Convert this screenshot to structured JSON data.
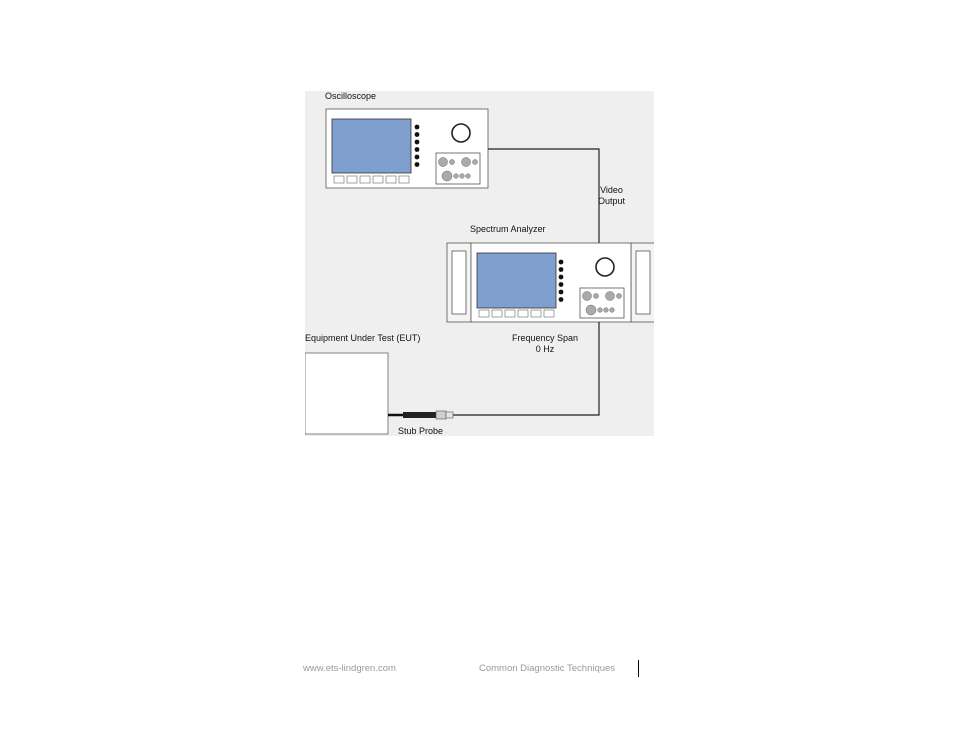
{
  "colors": {
    "panel_bg": "#efefef",
    "screen": "#7f9fcf",
    "knob_dark": "#111111",
    "cable": "#222222"
  },
  "labels": {
    "oscilloscope": "Oscilloscope",
    "video_output": "Video\nOutput",
    "spectrum_analyzer": "Spectrum Analyzer",
    "eut": "Equipment Under Test (EUT)",
    "frequency_span": "Frequency Span\n0 Hz",
    "stub_probe": "Stub Probe"
  },
  "footer": {
    "url": "www.ets-lindgren.com",
    "title": "Common Diagnostic Techniques"
  }
}
